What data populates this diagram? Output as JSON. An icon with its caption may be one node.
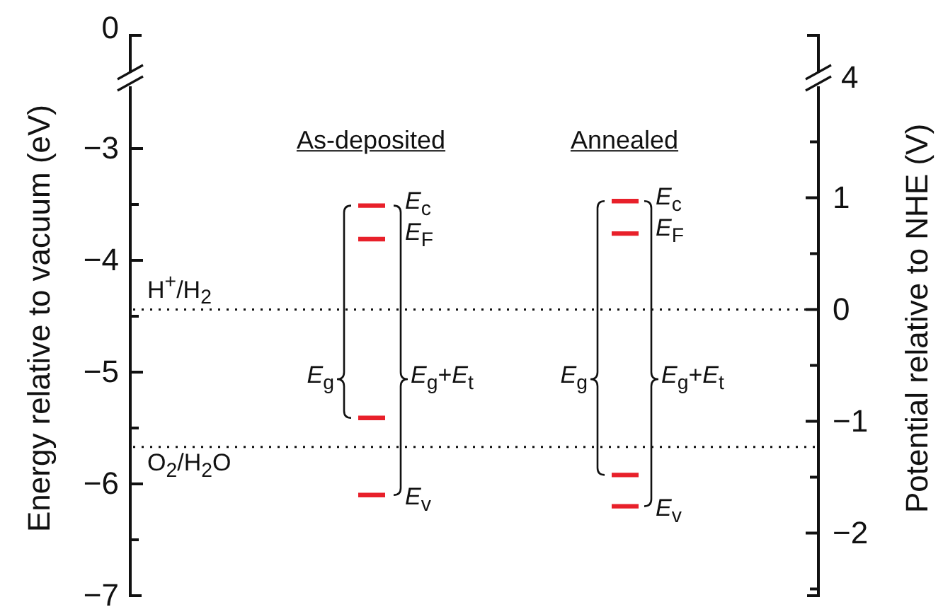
{
  "diagram": {
    "labels": [
      "Energy relative to vacuum (eV)",
      "Potential relative to NHE (V)",
      "0",
      "−3",
      "−4",
      "−5",
      "−6",
      "−7",
      "4",
      "1",
      "0",
      "−1",
      "−2",
      "As-deposited",
      "Annealed",
      "H$^{+}$/H$_{2}$",
      "O$_{2}$/H$_{2}$O",
      "*E*$_{c}$",
      "*E*$_{F}$",
      "*E*$_{g}$",
      "*E*$_{g}$+*E*$_{t}$",
      "*E*$_{v}$",
      "*E*$_{c}$",
      "*E*$_{F}$",
      "*E*$_{g}$",
      "*E*$_{g}$+*E*$_{t}$",
      "*E*$_{v}$"
    ]
  }
}
